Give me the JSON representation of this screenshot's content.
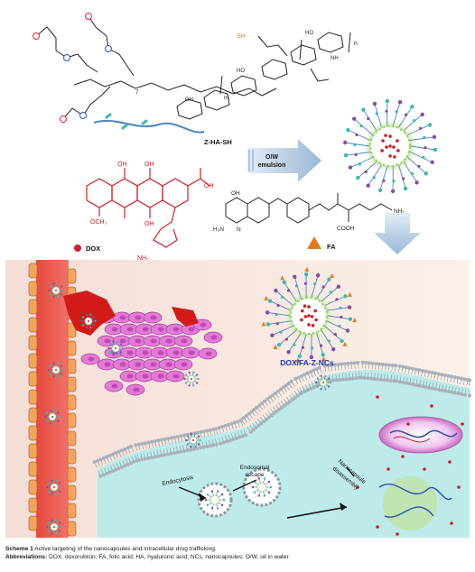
{
  "labels": {
    "polymer": "Z-HA-SH",
    "repeat_m": "m",
    "repeat_n": "n",
    "repeat_7": "7",
    "sh": "SH",
    "oh": "OH",
    "ho": "HO",
    "nh": "NH",
    "och3": "OCH₃",
    "nh2": "NH₂",
    "n": "N",
    "h2n": "H₂N",
    "cooh": "COOH",
    "process_line1": "O/W",
    "process_line2": "emulsion",
    "dox": "DOX",
    "fa": "FA",
    "nanocapsule": "DOX/FA-Z-NCs",
    "endocytosis": "Endocytosis",
    "endosomal_line1": "Endosomal",
    "endosomal_line2": "escape",
    "disassembly_line1": "Nanocapsule",
    "disassembly_line2": "disassembly"
  },
  "caption": {
    "title_bold": "Scheme 1",
    "title_text": "Active targeting of the nanocapsules and intracellular drug trafficking.",
    "abbr_bold": "Abbreviations:",
    "abbr_text": "DOX, doxorubicin; FA, folic acid; HA, hyaluronic acid; NCs, nanocapsules; O/W, oil in water."
  },
  "colors": {
    "vessel_red": "#e8453c",
    "tumor_cell": "#e37ad6",
    "cytoplasm": "#bdebe9",
    "membrane_head": "#a9b1b8",
    "dox_red": "#cc1f2a",
    "arrow_blue": "#9ab7d6",
    "shell_green": "#bfe39a",
    "particle_teal": "#3fb6b2",
    "particle_purple": "#8a4aa2",
    "fa_orange": "#e47a1e"
  }
}
